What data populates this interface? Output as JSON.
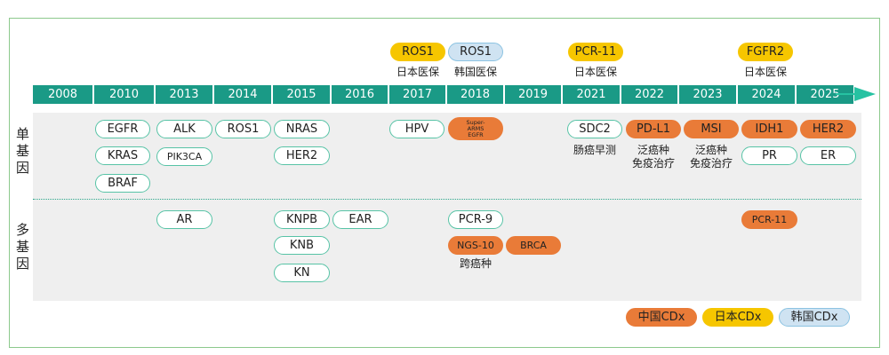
{
  "years": [
    "2008",
    "2010",
    "2013",
    "2014",
    "2015",
    "2016",
    "2017",
    "2018",
    "2019",
    "2021",
    "2022",
    "2023",
    "2024",
    "2025"
  ],
  "row_labels": {
    "single": "单基因",
    "multi": "多基因"
  },
  "top": {
    "ros1_jp": "ROS1",
    "ros1_kr": "ROS1",
    "pcr11_jp": "PCR-11",
    "fgfr2_jp": "FGFR2",
    "note_2017": "日本医保",
    "note_2018": "韩国医保",
    "note_2021": "日本医保",
    "note_2024": "日本医保"
  },
  "single": {
    "egfr": "EGFR",
    "kras": "KRAS",
    "braf": "BRAF",
    "alk": "ALK",
    "pik3ca": "PIK3CA",
    "ros1": "ROS1",
    "nras": "NRAS",
    "her2": "HER2",
    "hpv": "HPV",
    "superarms": [
      "Super-",
      "ARMS",
      "EGFR"
    ],
    "sdc2": "SDC2",
    "sdc2_note": "肠癌早测",
    "pdl1": "PD-L1",
    "pdl1_note": [
      "泛癌种",
      "免疫治疗"
    ],
    "msi": "MSI",
    "msi_note": [
      "泛癌种",
      "免疫治疗"
    ],
    "idh1": "IDH1",
    "pr": "PR",
    "her2_2025": "HER2",
    "er": "ER"
  },
  "multi": {
    "ar": "AR",
    "knpb": "KNPB",
    "knb": "KNB",
    "kn": "KN",
    "ear": "EAR",
    "pcr9": "PCR-9",
    "ngs10": "NGS-10",
    "brca": "BRCA",
    "ngs10_note": "跨癌种",
    "pcr11": "PCR-11"
  },
  "legend": {
    "china": "中国CDx",
    "japan": "日本CDx",
    "korea": "韩国CDx"
  },
  "colors": {
    "china": "#e97b38",
    "japan": "#f6c600",
    "korea": "#cfe3f2",
    "timeline": "#1a9a86",
    "outline": "#57c3a6"
  }
}
